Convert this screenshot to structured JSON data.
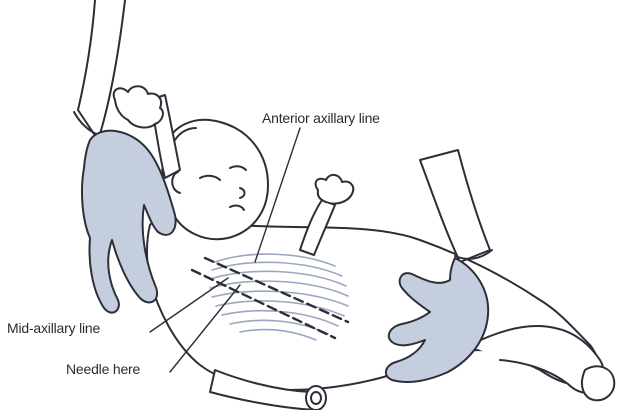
{
  "labels": {
    "anterior": "Anterior axillary line",
    "mid_axillary": "Mid-axillary line",
    "needle": "Needle here"
  },
  "colors": {
    "outline": "#2e2e38",
    "glove": "#c5cede",
    "rib": "#9aa6c0",
    "skin": "#ffffff"
  }
}
